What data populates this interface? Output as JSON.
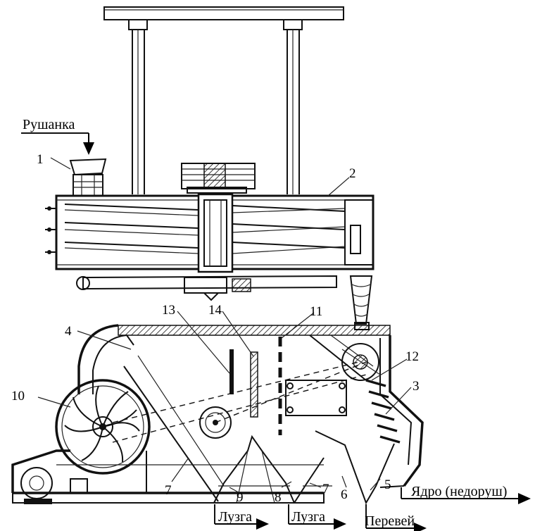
{
  "labels": {
    "input_product": "Рушанка",
    "husk_1": "Лузга",
    "husk_2": "Лузга",
    "perevey": "Перевей",
    "kernel": "Ядро (недоруш)"
  },
  "numbers": {
    "n1": "1",
    "n2": "2",
    "n3": "3",
    "n4": "4",
    "n5": "5",
    "n6": "6",
    "n7a": "7",
    "n7b": "7",
    "n8": "8",
    "n9": "9",
    "n10": "10",
    "n11": "11",
    "n12": "12",
    "n13": "13",
    "n14": "14"
  }
}
